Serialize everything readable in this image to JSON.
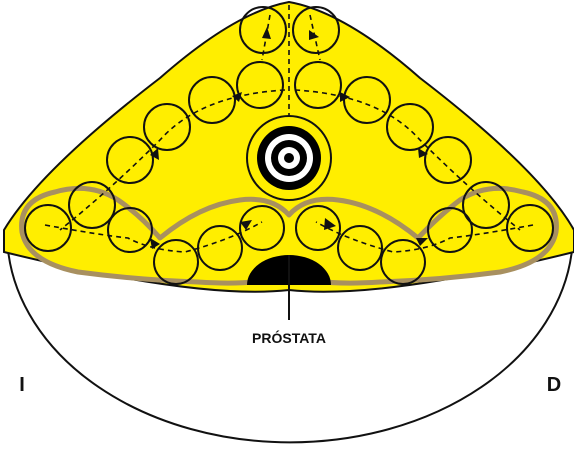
{
  "labels": {
    "organ": "PRÓSTATA",
    "left": "I",
    "right": "D"
  },
  "colors": {
    "fill_yellow": "#ffee00",
    "border_tan": "#a89060",
    "outline": "#111111",
    "background": "#ffffff",
    "target_black": "#000000",
    "target_white": "#ffffff"
  },
  "icons": {
    "center": "concentric-target-icon",
    "arrows": "arrowhead-icon"
  }
}
